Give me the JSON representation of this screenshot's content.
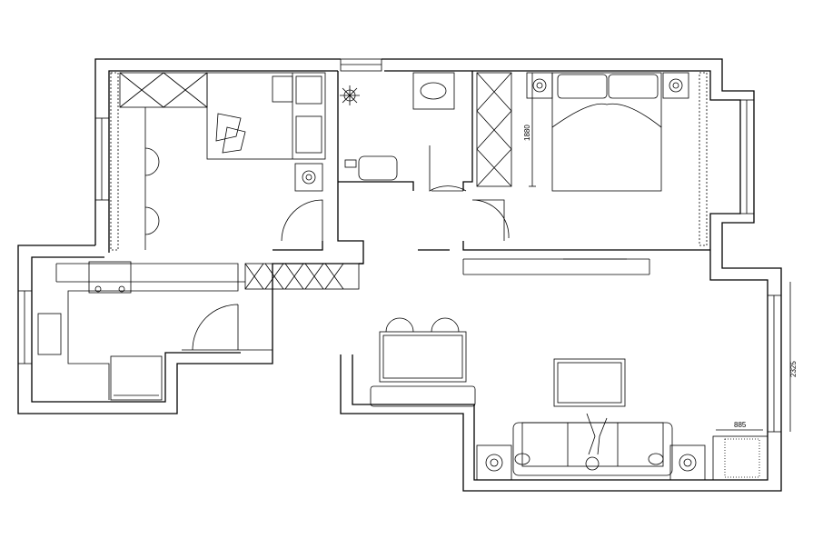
{
  "plan": {
    "dimensions": {
      "bed_length": "1880",
      "balcony_length": "2325",
      "balcony_width": "885"
    },
    "colors": {
      "line": "#000000",
      "background": "#ffffff"
    }
  }
}
